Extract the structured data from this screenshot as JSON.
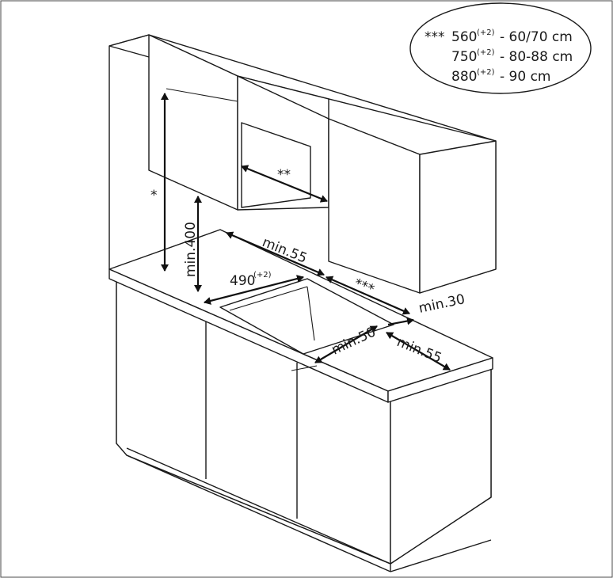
{
  "legend": {
    "marker": "***",
    "rows": [
      {
        "value": "560",
        "tolerance": "(+2)",
        "range": " - 60/70 cm"
      },
      {
        "value": "750",
        "tolerance": "(+2)",
        "range": " - 80-88 cm"
      },
      {
        "value": "880",
        "tolerance": "(+2)",
        "range": " - 90 cm"
      }
    ]
  },
  "dimensions": {
    "star_single": "*",
    "star_double": "**",
    "star_triple": "***",
    "min_400": "min.400",
    "min_55_back": "min.55",
    "cutout_490": "490",
    "cutout_490_tol": "(+2)",
    "min_30": "min.30",
    "min_50": "min.50",
    "min_55_side": "min.55"
  },
  "colors": {
    "line": "#1a1a1a",
    "background": "#ffffff"
  }
}
